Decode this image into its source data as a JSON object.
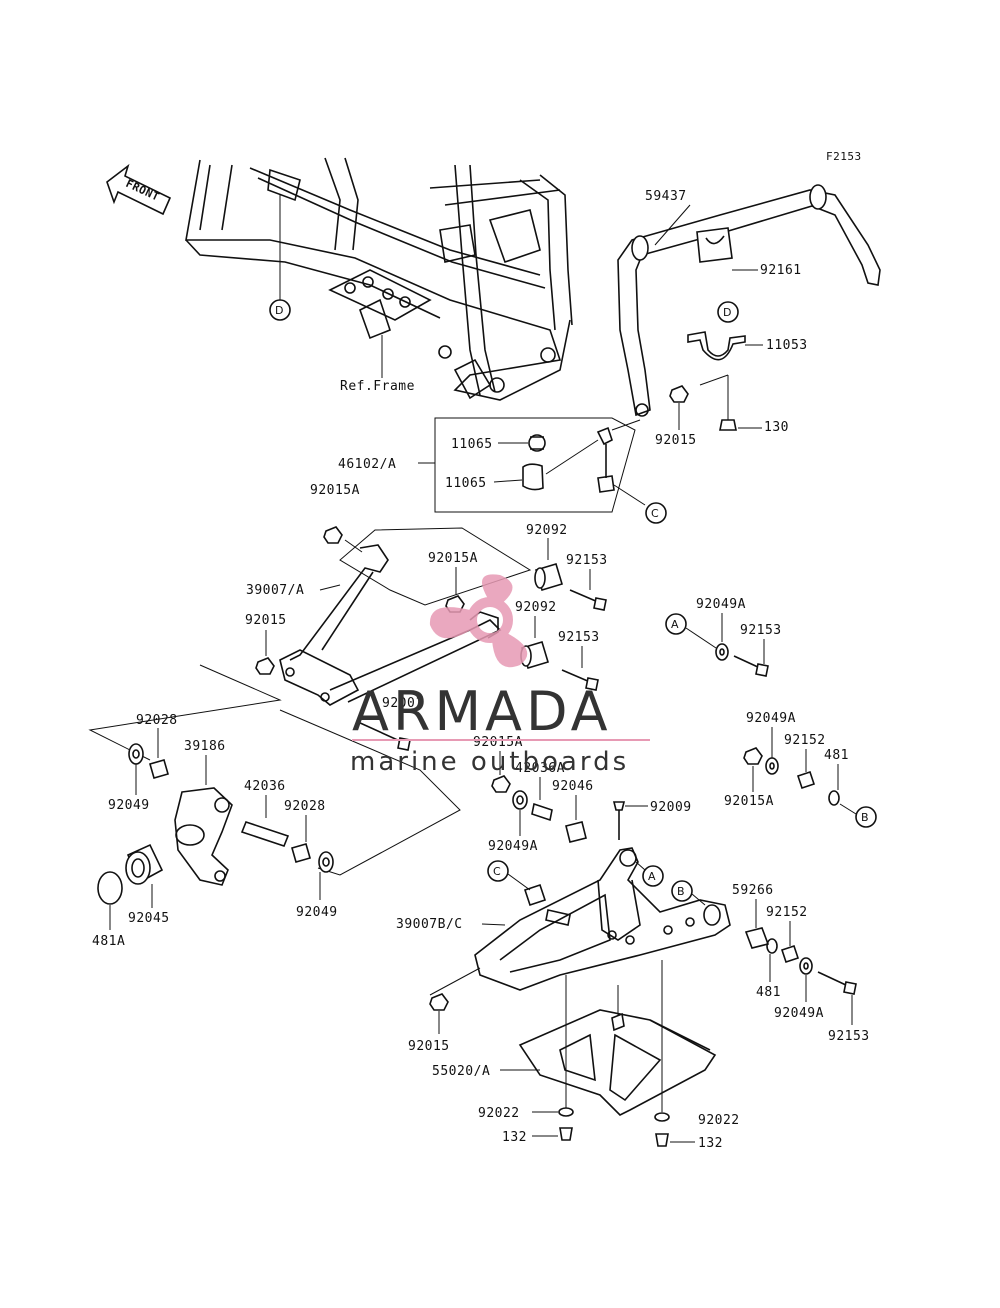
{
  "figure_code": "F2153",
  "front_marker": "FRONT",
  "ref_frame": "Ref.Frame",
  "callouts": {
    "A": "A",
    "B": "B",
    "C": "C",
    "D": "D"
  },
  "labels": {
    "p59437": "59437",
    "p92161": "92161",
    "p11053": "11053",
    "p130": "130",
    "p92015_top": "92015",
    "p11065_a": "11065",
    "p11065_b": "11065",
    "p46102": "46102/A",
    "p92015A_top": "92015A",
    "p92092_a": "92092",
    "p92015A_mid": "92015A",
    "p92153_a": "92153",
    "p39007": "39007/A",
    "p92092_b": "92092",
    "p92015_mid": "92015",
    "p92153_b": "92153",
    "p92049A_a": "92049A",
    "p92153_c": "92153",
    "p92001": "92001",
    "p92028_a": "92028",
    "p39186": "39186",
    "p92049_a": "92049",
    "p42036": "42036",
    "p92028_b": "92028",
    "p92015A_low": "92015A",
    "p42036A": "42036A",
    "p92046": "92046",
    "p92009": "92009",
    "p92049A_b": "92049A",
    "p92049A_c": "92049A",
    "p92152_a": "92152",
    "p481_a": "481",
    "p92015A_right": "92015A",
    "p92045": "92045",
    "p481A": "481A",
    "p92049_b": "92049",
    "p59266": "59266",
    "p92152_b": "92152",
    "p39007B": "39007B/C",
    "p481_b": "481",
    "p92049A_d": "92049A",
    "p92153_d": "92153",
    "p92015_low": "92015",
    "p55020": "55020/A",
    "p92022_a": "92022",
    "p92022_b": "92022",
    "p132_a": "132",
    "p132_b": "132"
  },
  "watermark": {
    "name": "ARMADA",
    "tagline": "marine outboards",
    "accent_color": "#e79ab4",
    "text_color": "#333333"
  }
}
